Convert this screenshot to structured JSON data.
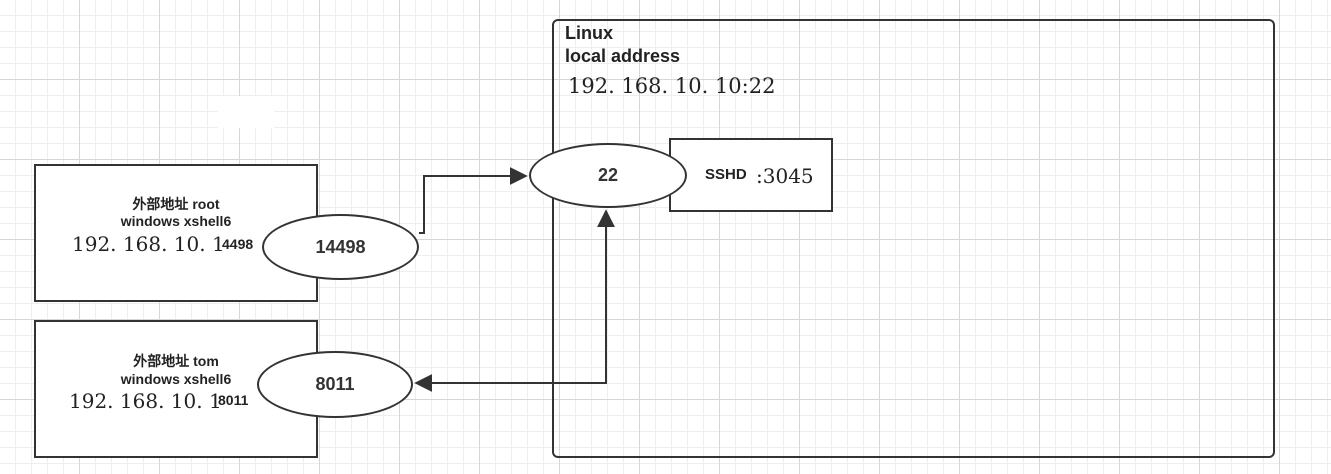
{
  "linux": {
    "title": "Linux",
    "subtitle": "local address",
    "address": "192. 168. 10. 10:22"
  },
  "port_22": {
    "label": "22"
  },
  "sshd": {
    "label": "SSHD",
    "value": ":3045"
  },
  "client_root": {
    "line1": "外部地址 root",
    "line2": "windows xshell6",
    "address": "192. 168. 10. 1",
    "port_fragment": "4498",
    "port_label": "14498"
  },
  "client_tom": {
    "line1": "外部地址 tom",
    "line2": "windows xshell6",
    "address": "192. 168. 10. 1",
    "port_fragment": "8011",
    "port_label": "8011"
  }
}
